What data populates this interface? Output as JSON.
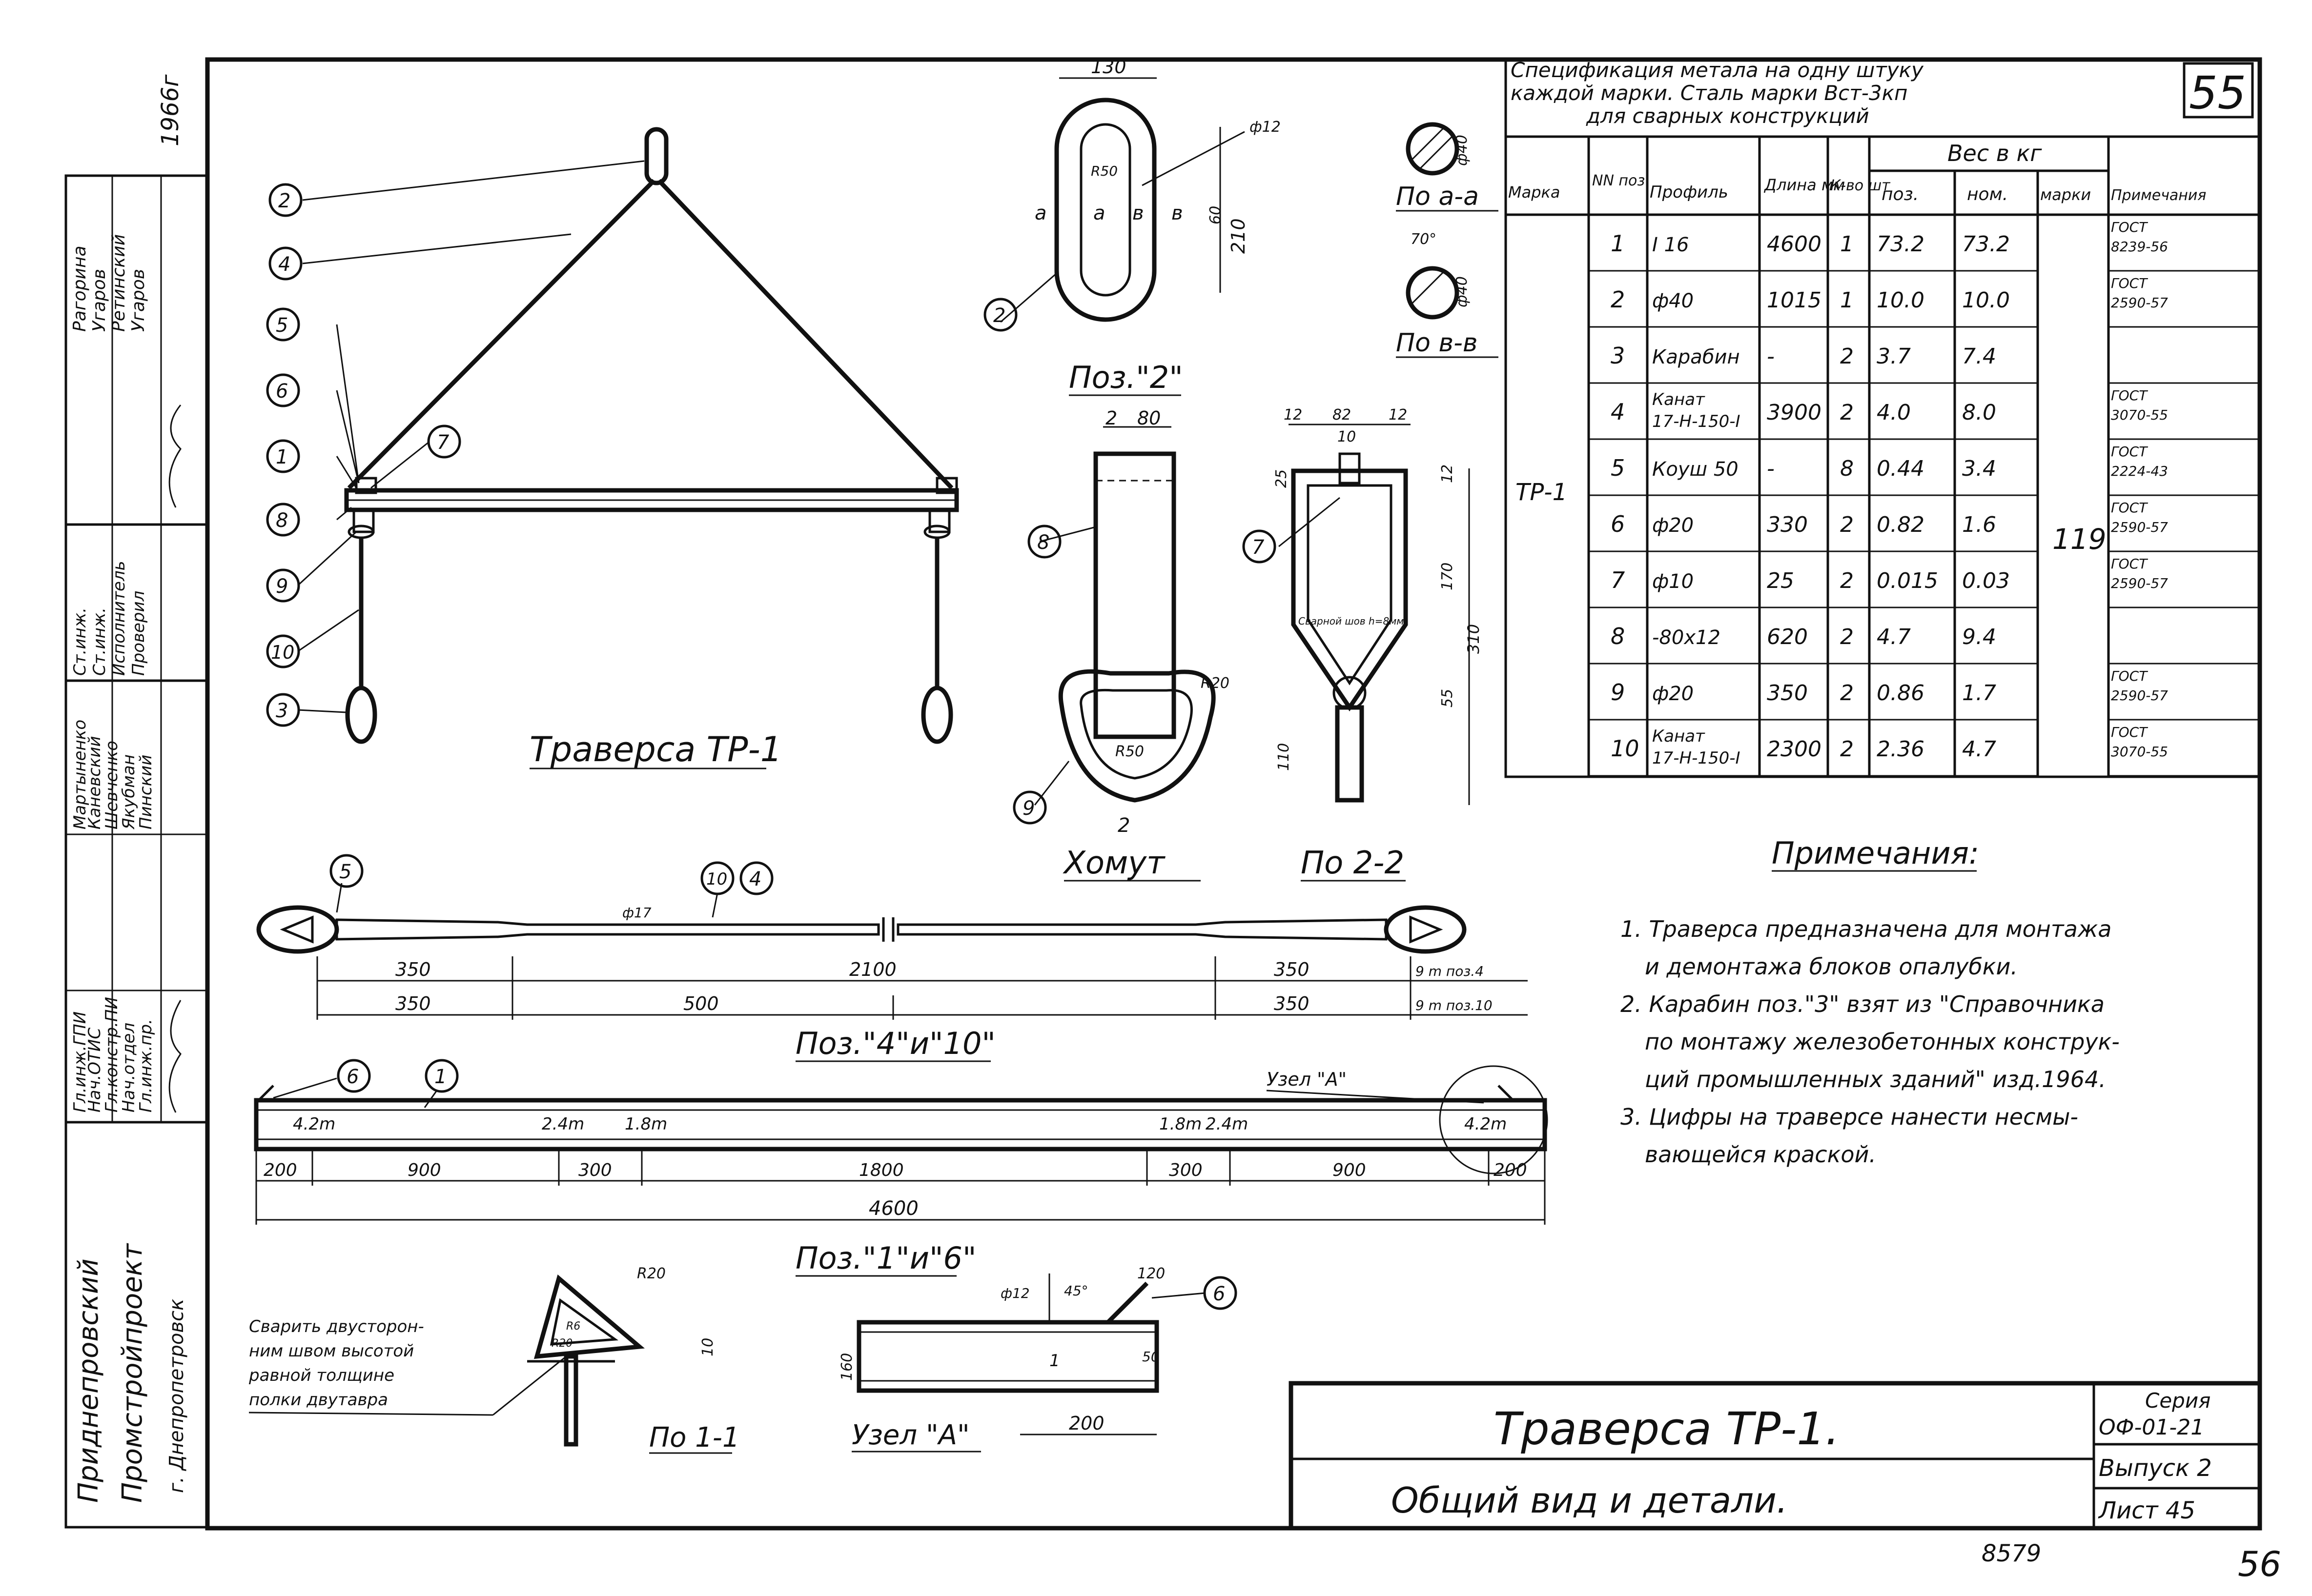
{
  "sheet": {
    "page_number": "55",
    "footer_number": "56",
    "archive_number": "8579",
    "year": "1966г"
  },
  "side_block": {
    "org": [
      "Приднепровский",
      "Промстройпроект",
      "г. Днепропетровск"
    ],
    "titles": [
      "Гл.инж.ГПИ",
      "Нач.ОТИС",
      "Гл.констр.ПИ",
      "Нач.отдел",
      "Гл.инж.пр.",
      "Ст.инж.",
      "Ст.инж.",
      "Исполнитель",
      "Проверил"
    ],
    "names": [
      "Мартыненко",
      "Каневский",
      "Шевченко",
      "Якубман",
      "Пинский",
      "Рагорина",
      "Угаров",
      "Ретинский",
      "Угаров"
    ]
  },
  "spec": {
    "title_lines": [
      "Спецификация метала на одну штуку",
      "каждой марки. Сталь марки Вст-3кп",
      "для сварных конструкций"
    ],
    "headers": {
      "marka": "Марка",
      "pos": "NN поз",
      "profile": "Профиль",
      "length": "Длина мм",
      "qty": "К-во шт",
      "weight": "Вес в кг",
      "w_pos": "поз.",
      "w_nom": "ном.",
      "w_mark": "марки",
      "note": "Примечания"
    },
    "mark": "ТР-1",
    "mark_weight": "119",
    "rows": [
      {
        "pos": "1",
        "profile": "I 16",
        "length": "4600",
        "qty": "1",
        "w_pos": "73.2",
        "w_nom": "73.2",
        "note": "ГОСТ 8239-56"
      },
      {
        "pos": "2",
        "profile": "ф40",
        "length": "1015",
        "qty": "1",
        "w_pos": "10.0",
        "w_nom": "10.0",
        "note": "ГОСТ 2590-57"
      },
      {
        "pos": "3",
        "profile": "Карабин",
        "length": "-",
        "qty": "2",
        "w_pos": "3.7",
        "w_nom": "7.4",
        "note": ""
      },
      {
        "pos": "4",
        "profile": "Канат 17-Н-150-I",
        "length": "3900",
        "qty": "2",
        "w_pos": "4.0",
        "w_nom": "8.0",
        "note": "ГОСТ 3070-55"
      },
      {
        "pos": "5",
        "profile": "Коуш 50",
        "length": "-",
        "qty": "8",
        "w_pos": "0.44",
        "w_nom": "3.4",
        "note": "ГОСТ 2224-43"
      },
      {
        "pos": "6",
        "profile": "ф20",
        "length": "330",
        "qty": "2",
        "w_pos": "0.82",
        "w_nom": "1.6",
        "note": "ГОСТ 2590-57"
      },
      {
        "pos": "7",
        "profile": "ф10",
        "length": "25",
        "qty": "2",
        "w_pos": "0.015",
        "w_nom": "0.03",
        "note": "ГОСТ 2590-57"
      },
      {
        "pos": "8",
        "profile": "-80x12",
        "length": "620",
        "qty": "2",
        "w_pos": "4.7",
        "w_nom": "9.4",
        "note": ""
      },
      {
        "pos": "9",
        "profile": "ф20",
        "length": "350",
        "qty": "2",
        "w_pos": "0.86",
        "w_nom": "1.7",
        "note": "ГОСТ 2590-57"
      },
      {
        "pos": "10",
        "profile": "Канат 17-Н-150-I",
        "length": "2300",
        "qty": "2",
        "w_pos": "2.36",
        "w_nom": "4.7",
        "note": "ГОСТ 3070-55"
      }
    ]
  },
  "notes": {
    "title": "Примечания:",
    "lines": [
      "1. Траверса предназначена для монтажа",
      "и демонтажа блоков опалубки.",
      "2. Карабин поз.\"3\" взят из \"Справочника",
      "по монтажу железобетонных конструк-",
      "ций промышленных зданий\" изд.1964.",
      "3. Цифры на траверсе нанести несмы-",
      "вающейся краской."
    ]
  },
  "titles": {
    "traverse": "Траверса ТР-1",
    "pos2": "Поз.\"2\"",
    "clamp": "Хомут",
    "sec22": "По 2-2",
    "secAA": "По а-а",
    "secBB": "По в-в",
    "pos410": "Поз.\"4\"и\"10\"",
    "pos16": "Поз.\"1\"и\"6\"",
    "sec11": "По 1-1",
    "nodeA": "Узел \"А\""
  },
  "weld_note": [
    "Сварить двусторон-",
    "ним швом высотой",
    "равной толщине",
    "полки двутавра"
  ],
  "title_block": {
    "name": "Траверса ТР-1.",
    "sub": "Общий вид и детали.",
    "series_label": "Серия",
    "series": "ОФ-01-21",
    "issue": "Выпуск 2",
    "sheet": "Лист 45"
  },
  "dims": {
    "d130": "130",
    "d210": "210",
    "d60": "60",
    "phi12": "ф12",
    "r50": "R50",
    "d80": "80",
    "d12": "12",
    "d82": "82",
    "d10": "10",
    "d25": "25",
    "d170": "170",
    "d310": "310",
    "d55": "55",
    "d110": "110",
    "r20": "R20",
    "weld": "Сварной шов h=8мм",
    "phi40": "ф40",
    "a70": "70°",
    "rope": [
      "350",
      "2100",
      "350",
      "350",
      "500",
      "350"
    ],
    "rope_lbl1": "9 m поз.4",
    "rope_lbl2": "9 m поз.10",
    "phi17": "ф17",
    "beam": [
      "200",
      "900",
      "300",
      "1800",
      "300",
      "900",
      "200"
    ],
    "beam_total": "4600",
    "marks": [
      "4.2m",
      "2.4m",
      "1.8m",
      "1.8m",
      "2.4m",
      "4.2m"
    ],
    "node": [
      "ф12",
      "45°",
      "120",
      "160",
      "50",
      "200",
      "1"
    ],
    "sec11": [
      "R20",
      "R6",
      "R20",
      "10"
    ]
  },
  "callouts": [
    "1",
    "2",
    "3",
    "4",
    "5",
    "6",
    "7",
    "8",
    "9",
    "10"
  ]
}
